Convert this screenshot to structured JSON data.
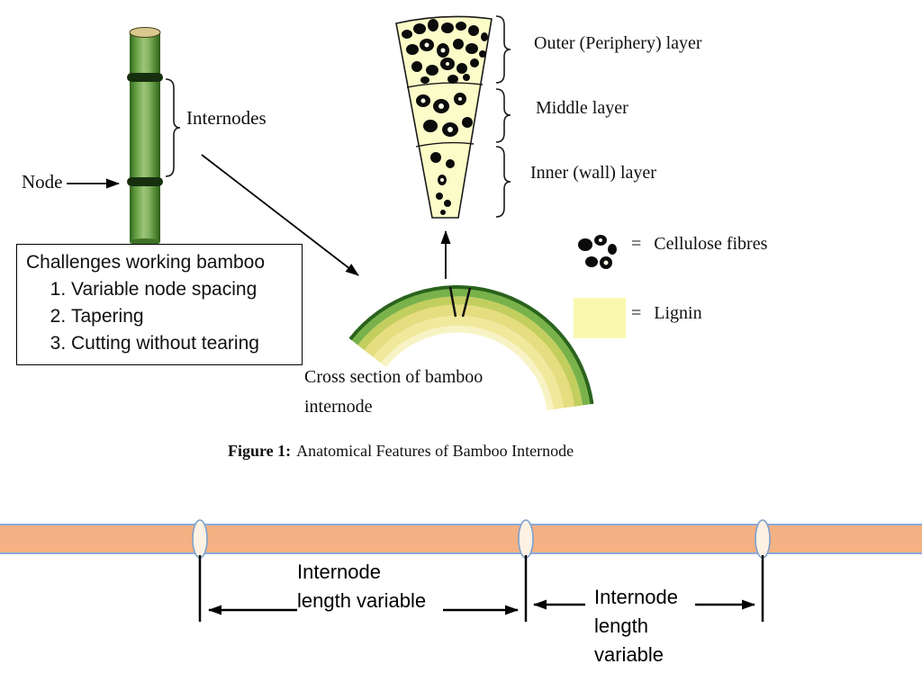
{
  "figure": {
    "internodes_label": "Internodes",
    "node_label": "Node",
    "layer_labels": [
      "Outer (Periphery) layer",
      "Middle layer",
      "Inner (wall) layer"
    ],
    "legend": {
      "cellulose_eq": "=",
      "cellulose_label": "Cellulose fibres",
      "lignin_eq": "=",
      "lignin_label": "Lignin"
    },
    "cross_section_label": [
      "Cross section of bamboo",
      "internode"
    ],
    "caption_prefix": "Figure 1:",
    "caption_text": "Anatomical Features of Bamboo Internode"
  },
  "challenges": {
    "title": "Challenges working bamboo",
    "items": [
      "Variable node spacing",
      "Tapering",
      "Cutting without tearing"
    ]
  },
  "culm_diagram": {
    "left_label_lines": [
      "Internode",
      "length variable"
    ],
    "right_label_lines": [
      "Internode",
      "length",
      "variable"
    ]
  },
  "colors": {
    "culm_fill": "#F4B183",
    "culm_border": "#8EA9DB",
    "wedge_fill": "#FCFCC9",
    "lignin_yellow": "#FAF8B0",
    "stalk_green": "#5E9A3E",
    "arc_green": "#79B24A",
    "arc_yellow": "#E5DD80"
  }
}
